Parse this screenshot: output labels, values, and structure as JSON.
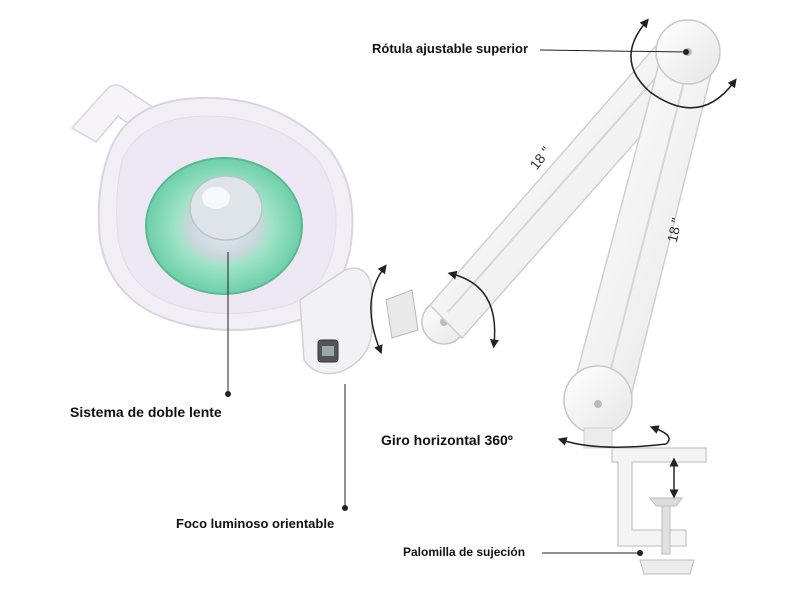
{
  "labels": {
    "top_joint": "Rótula ajustable superior",
    "lens_system": "Sistema de doble lente",
    "horizontal_turn": "Giro horizontal 360º",
    "light_focus": "Foco luminoso orientable",
    "clamp": "Palomilla de sujeción"
  },
  "dimensions": {
    "upper_arm": "18 \"",
    "lower_arm": "18 \""
  },
  "colors": {
    "lens": "#7fd9b8",
    "lamp_body": "#f1eef6",
    "arm": "#f3f3f3",
    "outline": "#cfcfcf",
    "leader": "#222222"
  }
}
